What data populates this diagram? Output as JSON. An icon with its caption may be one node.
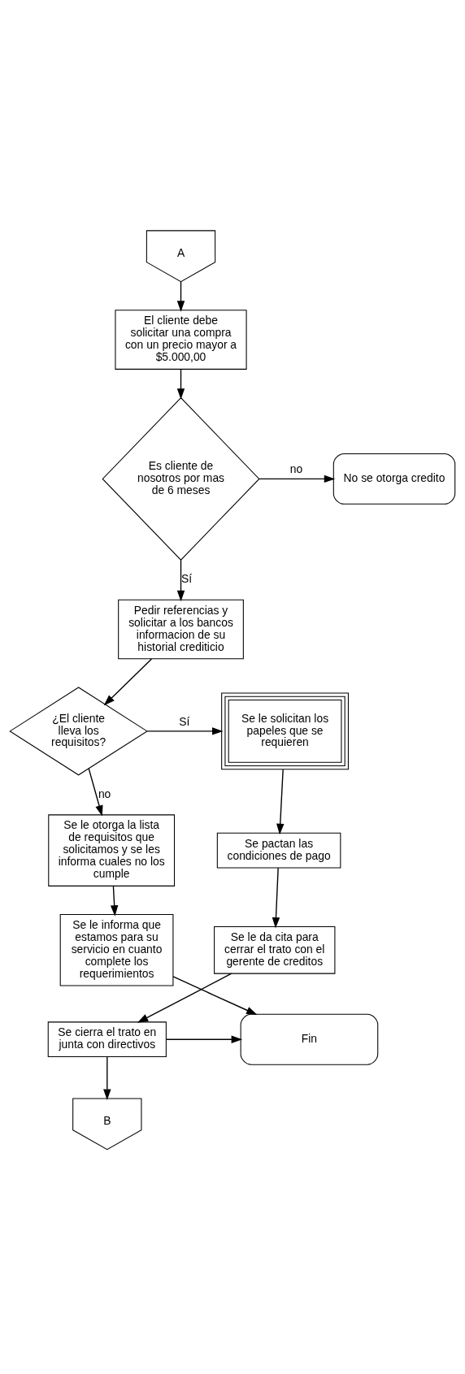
{
  "diagram": {
    "nodes": [
      {
        "text": [
          "A"
        ]
      },
      {
        "text": [
          "El cliente debe solicitar una compra con un precio mayor a $5.000,00"
        ]
      },
      {
        "text": [
          "Es cliente de nosotros por mas de 6 meses"
        ]
      },
      {
        "text": [
          "No se otorga credito"
        ]
      },
      {
        "text": [
          "Pedir referencias y solicitar a los bancos informacion de su historial crediticio"
        ]
      },
      {
        "text": [
          "¿El cliente lleva los requisitos?"
        ]
      },
      {
        "text": [
          "Se le solicitan los papeles que se requieren"
        ]
      },
      {
        "text": [
          "Se le otorga la lista de requisitos que solicitamos y se les informa cuales no los cumple"
        ]
      },
      {
        "text": [
          "Se pactan las condiciones de pago"
        ]
      },
      {
        "text": [
          "Se le informa que estamos para su servicio en cuanto complete los requerimientos"
        ]
      },
      {
        "text": [
          "Se le da cita para cerrar el trato con el gerente de creditos"
        ]
      },
      {
        "text": [
          "Fin"
        ]
      },
      {
        "text": [
          "Se cierra el trato en junta con directivos"
        ]
      },
      {
        "text": [
          "B"
        ]
      }
    ],
    "edges": [
      {
        "from": 0,
        "to": 1,
        "arrow": "to"
      },
      {
        "from": 1,
        "to": 2,
        "arrow": "to"
      },
      {
        "from": 2,
        "to": 3,
        "arrow": "to",
        "label": "no"
      },
      {
        "from": 2,
        "to": 4,
        "arrow": "to",
        "label": "Sí"
      },
      {
        "from": 4,
        "to": 5,
        "arrow": "to"
      },
      {
        "from": 5,
        "to": 6,
        "arrow": "to",
        "label": "Sí"
      },
      {
        "from": 5,
        "to": 7,
        "arrow": "to",
        "label": "no"
      },
      {
        "from": 6,
        "to": 8,
        "arrow": "to"
      },
      {
        "from": 7,
        "to": 9,
        "arrow": "to"
      },
      {
        "from": 8,
        "to": 10,
        "arrow": "to"
      },
      {
        "from": 9,
        "to": 11,
        "arrow": "to"
      },
      {
        "from": 10,
        "to": 12,
        "arrow": "to"
      },
      {
        "from": 12,
        "to": 11,
        "arrow": "to"
      },
      {
        "from": 12,
        "to": 13,
        "arrow": "to"
      }
    ]
  }
}
